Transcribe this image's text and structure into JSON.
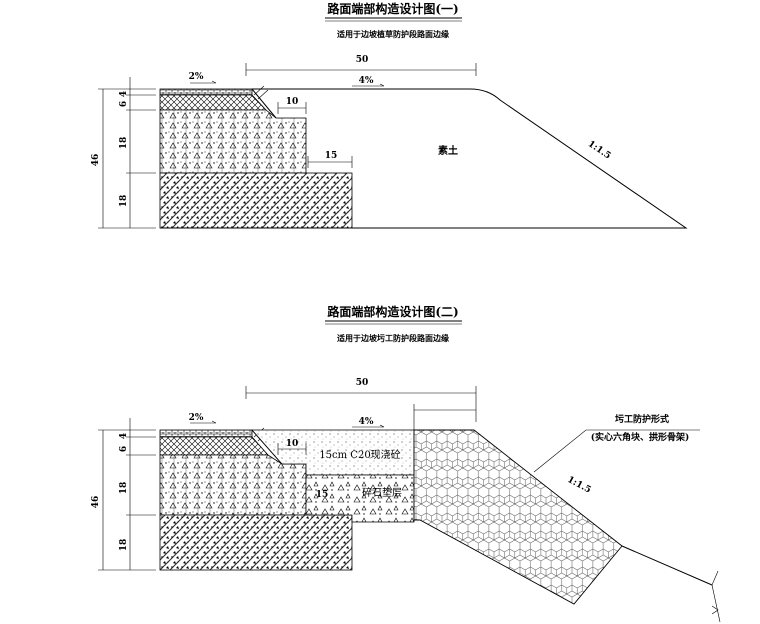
{
  "figure1": {
    "title": "路面端部构造设计图(一)",
    "subtitle": "适用于边坡植草防护段路面边缘",
    "dims": {
      "width": "50",
      "d4": "4",
      "d6": "6",
      "d18a": "18",
      "d18b": "18",
      "total": "46",
      "d10": "10",
      "d15": "15"
    },
    "slopes": {
      "cross_left": "2%",
      "cross_right": "4%",
      "embankment": "1:1.5"
    },
    "labels": {
      "soil": "素土"
    }
  },
  "figure2": {
    "title": "路面端部构造设计图(二)",
    "subtitle": "适用于边坡圬工防护段路面边缘",
    "dims": {
      "width": "50",
      "d4": "4",
      "d6": "6",
      "d18a": "18",
      "d18b": "18",
      "total": "46",
      "d10": "10",
      "d15": "15"
    },
    "slopes": {
      "cross_left": "2%",
      "cross_right": "4%",
      "embankment": "1:1.5"
    },
    "labels": {
      "concrete": "15cm C20现浇砼",
      "gravel": "碎石垫层",
      "protection": "圬工防护形式",
      "protection_note": "(实心六角块、拱形骨架)"
    }
  },
  "colors": {
    "line": "#000000",
    "background": "#ffffff",
    "hatch": "#333333"
  }
}
